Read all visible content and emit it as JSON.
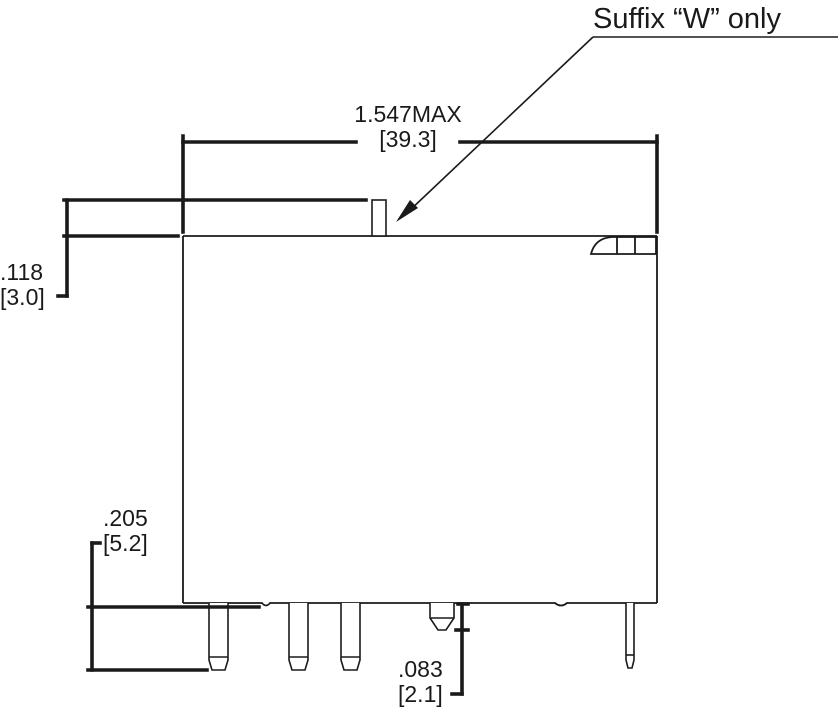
{
  "diagram": {
    "callout": {
      "text": "Suffix “W” only"
    },
    "dimensions": {
      "width": {
        "inch": "1.547MAX",
        "mm": "[39.3]"
      },
      "top_offset": {
        "inch": ".118",
        "mm": "[3.0]"
      },
      "pin_length": {
        "inch": ".205",
        "mm": "[5.2]"
      },
      "standoff": {
        "inch": ".083",
        "mm": "[2.1]"
      }
    }
  }
}
